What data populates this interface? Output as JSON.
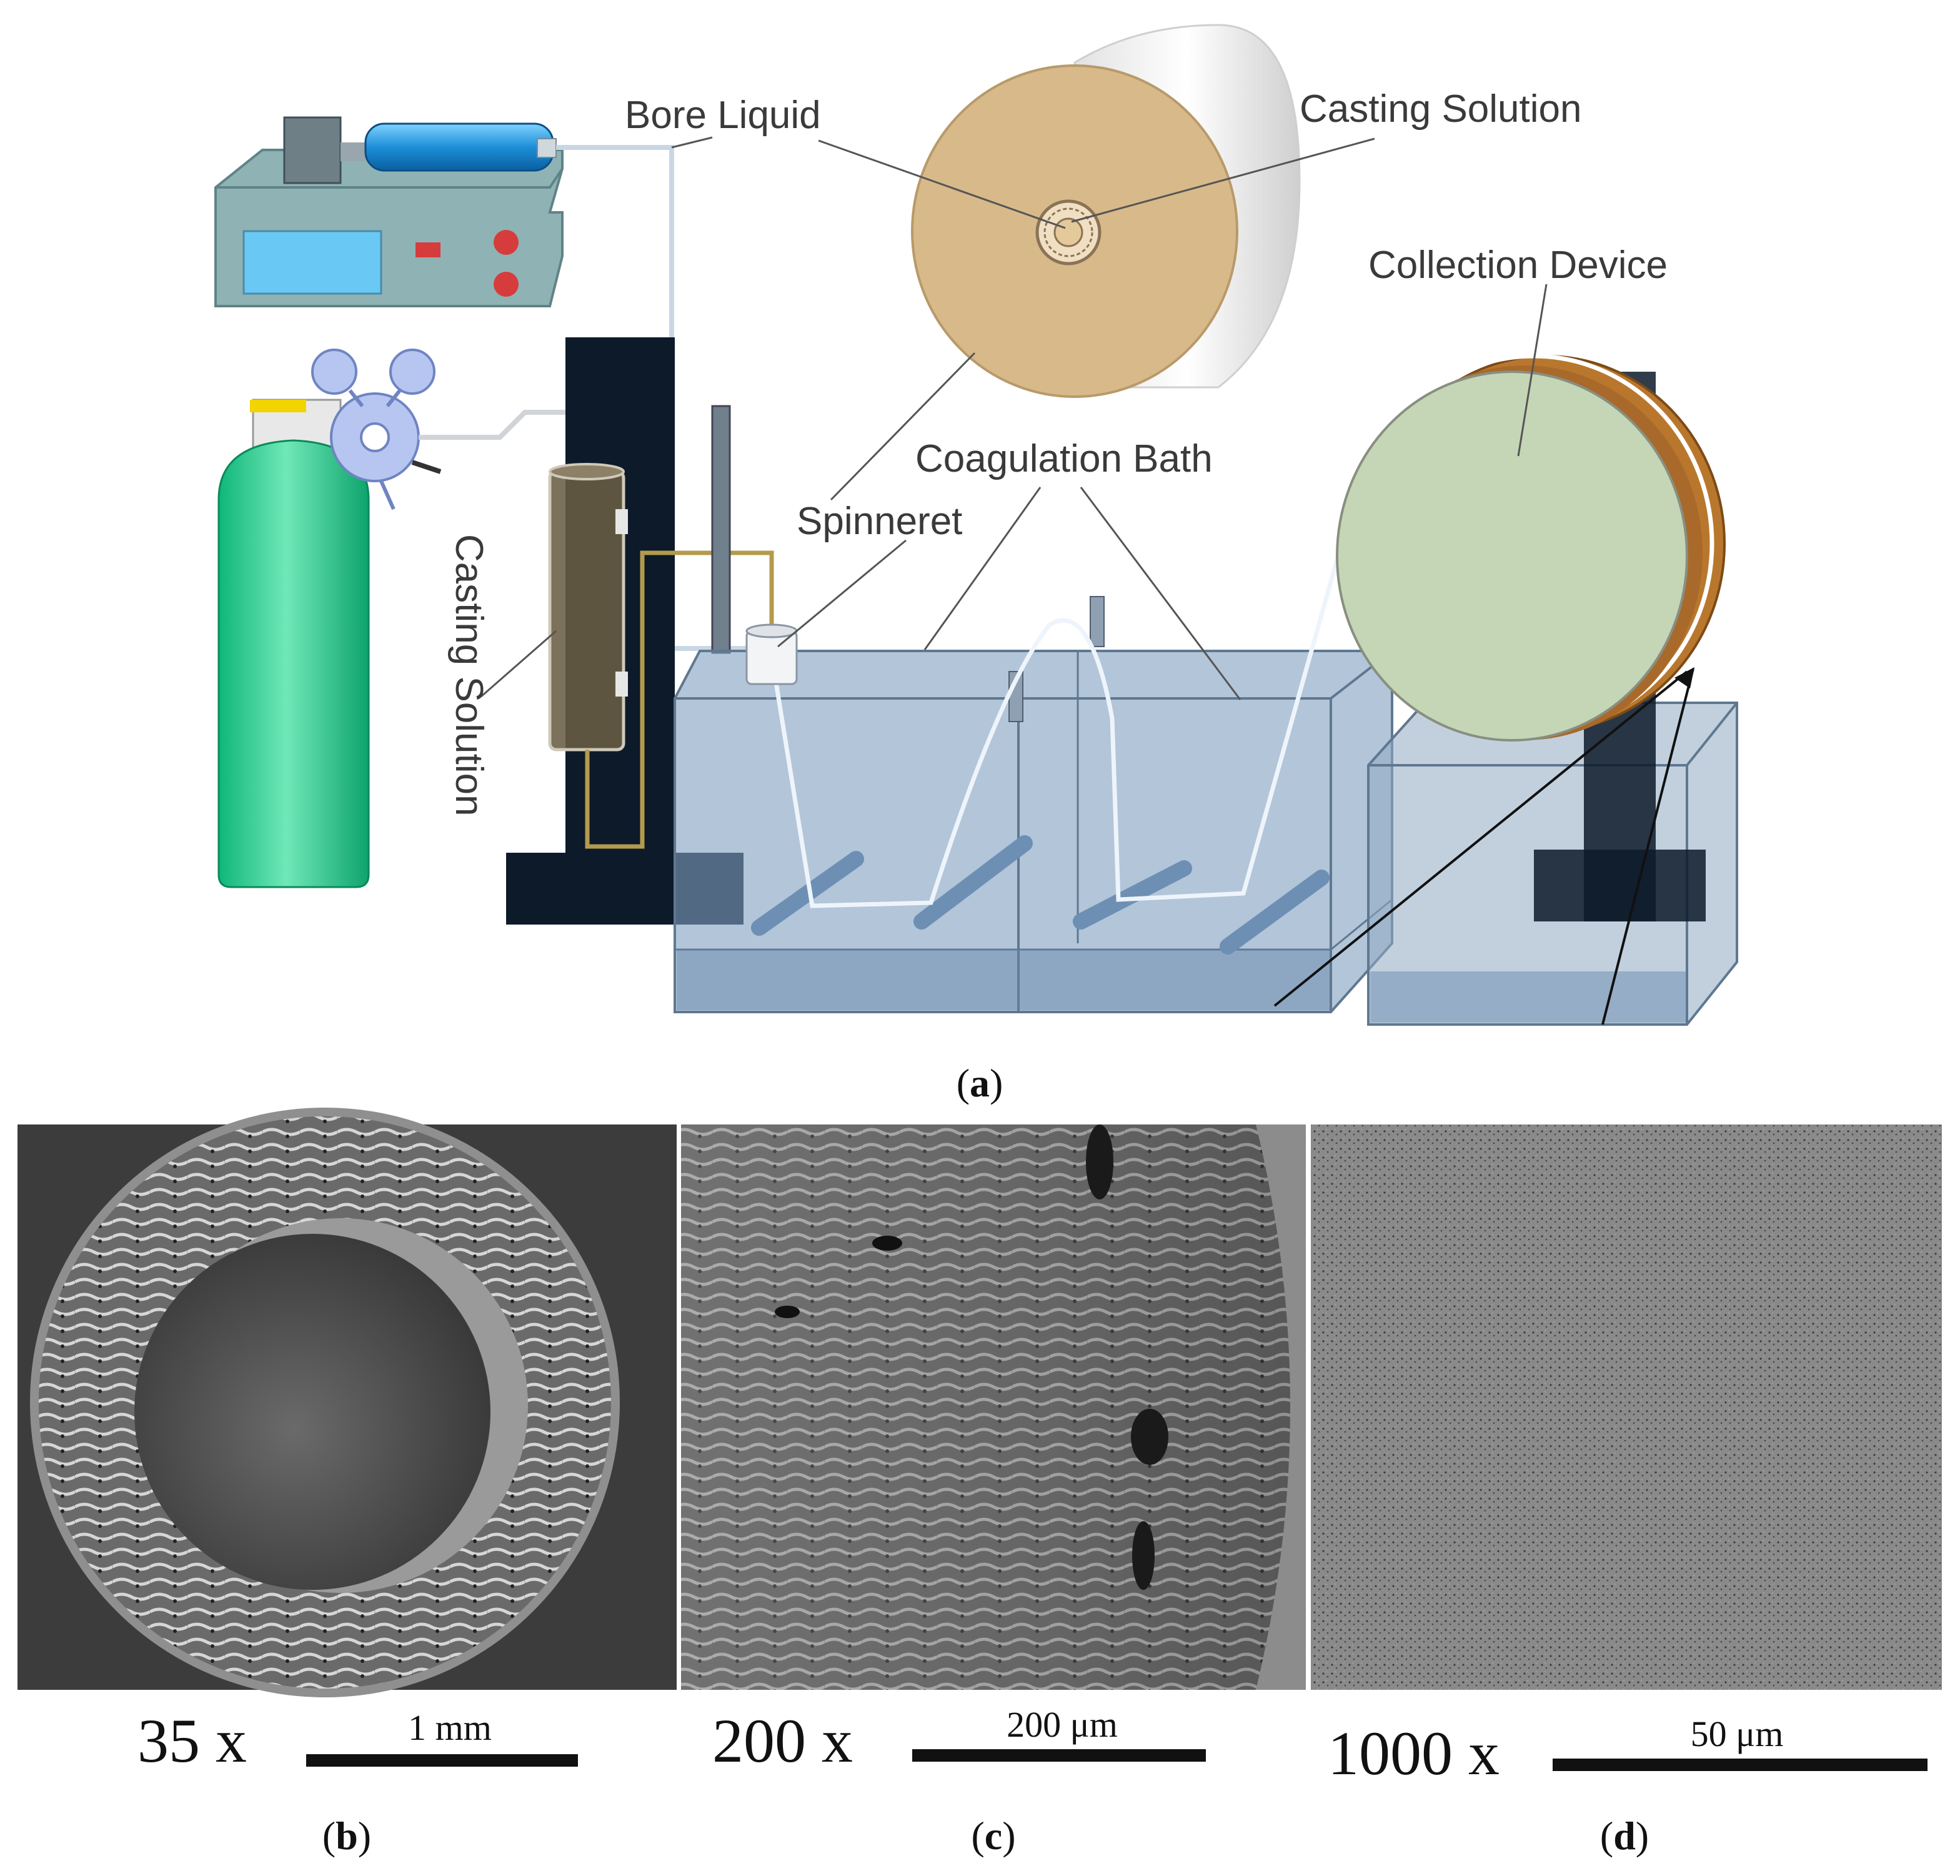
{
  "labels": {
    "bore_liquid": "Bore Liquid",
    "casting_solution_top": "Casting Solution",
    "collection_device": "Collection Device",
    "coagulation_bath": "Coagulation Bath",
    "spinneret": "Spinneret",
    "casting_solution_side": "Casting Solution"
  },
  "captions": {
    "a": "a",
    "b": "b",
    "c": "c",
    "d": "d"
  },
  "micrographs": [
    {
      "magnification": "35 x",
      "scale_label": "1 mm"
    },
    {
      "magnification": "200 x",
      "scale_label": "200 μm"
    },
    {
      "magnification": "1000 x",
      "scale_label": "50 μm"
    }
  ],
  "colors": {
    "pump_body": "#8fb2b5",
    "syringe": "#1c8fd8",
    "gas_cylinder": "#1ccf86",
    "spinneret_face": "#d8b98a",
    "bath_water": "#7f9fbf",
    "collector_face": "#c5d6b7",
    "collector_rim": "#b9772d",
    "stand": "#0d1a2a"
  }
}
